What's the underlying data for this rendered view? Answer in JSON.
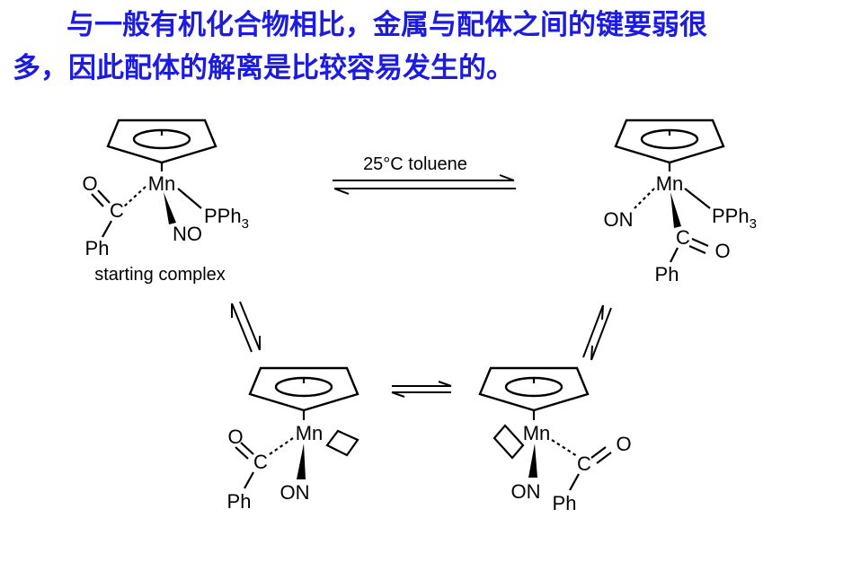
{
  "heading": {
    "line1": "与一般有机化合物相比，金属与配体之间的键要弱很",
    "line2": "多，因此配体的解离是比较容易发生的。"
  },
  "scheme": {
    "condition": "25°C toluene",
    "starting_label": "starting complex",
    "atoms": {
      "metal": "Mn",
      "oxygen": "O",
      "carbon": "C",
      "phenyl": "Ph",
      "nitrosyl_no": "NO",
      "nitrosyl_on": "ON",
      "phosphine_base": "PPh",
      "phosphine_sub": "3"
    }
  }
}
